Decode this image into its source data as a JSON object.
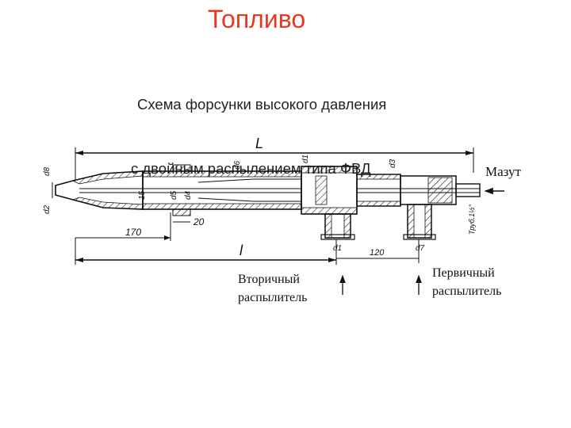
{
  "slide": {
    "title": "Топливо",
    "title_color": "#e8391f",
    "subtitle_line1": "Схема форсунки высокого давления",
    "subtitle_line2": "с двойным распылением типа ФВД"
  },
  "diagram": {
    "length_total": "L",
    "length_inner": "l",
    "fuel_label": "Мазут",
    "secondary_atomizer": "Вторичный распылитель",
    "secondary_line1": "Вторичный",
    "secondary_line2": "распылитель",
    "primary_line1": "Первичный",
    "primary_line2": "распылитель",
    "dim_170": "170",
    "dim_20": "20",
    "dim_15": "15",
    "dim_120": "120",
    "d1": "d1",
    "d2": "d2",
    "d3": "d3",
    "d4": "d4",
    "d5": "d5",
    "d6": "d6",
    "d7": "d7",
    "d8": "d8",
    "thread": "Труб.1½\""
  }
}
